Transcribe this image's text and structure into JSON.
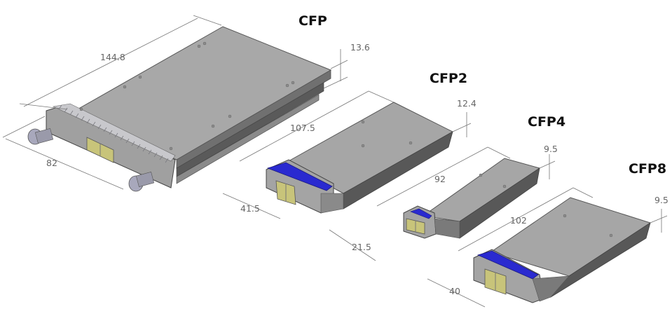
{
  "diagram": {
    "subject": "CFP optical transceiver form factors with dimensions (mm)",
    "colors": {
      "housing_top": "#a6a6a6",
      "housing_side": "#6e6e6e",
      "housing_dark": "#4a4a4a",
      "latch_blue": "#2a2ad0",
      "lc_connector": "#c8c47a",
      "dimension_text": "#666666",
      "title_text": "#111111"
    },
    "modules": [
      {
        "name": "CFP",
        "length": "144.8",
        "width": "82",
        "height": "13.6"
      },
      {
        "name": "CFP2",
        "length": "107.5",
        "width": "41.5",
        "height": "12.4"
      },
      {
        "name": "CFP4",
        "length": "92",
        "width": "21.5",
        "height": "9.5"
      },
      {
        "name": "CFP8",
        "length": "102",
        "width": "40",
        "height": "9.5"
      }
    ]
  }
}
